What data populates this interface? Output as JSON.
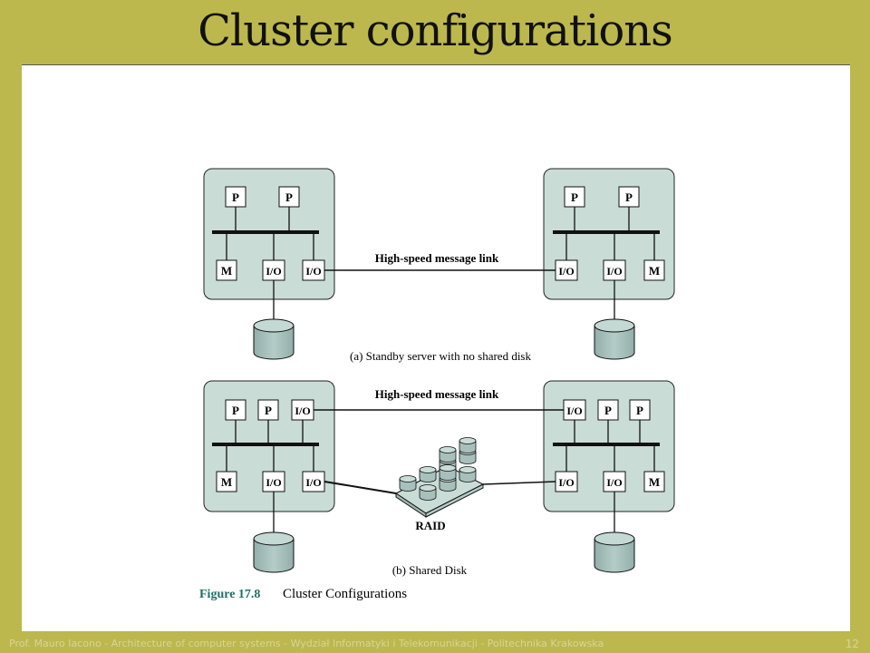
{
  "slide": {
    "title": "Cluster configurations",
    "footer": "Prof. Mauro Iacono - Architecture of computer systems - Wydział Informatyki i Telekomunikacji - Politechnika Krakowska",
    "page_number": "12"
  },
  "figure": {
    "number": "Figure 17.8",
    "caption": "Cluster Configurations",
    "part_a": {
      "caption": "(a) Standby server with no shared disk",
      "link_label": "High-speed message link"
    },
    "part_b": {
      "caption": "(b) Shared Disk",
      "link_label": "High-speed message link",
      "raid_label": "RAID"
    },
    "labels": {
      "processor": "P",
      "memory": "M",
      "io": "I/O"
    }
  },
  "colors": {
    "slide_background": "#bcb84e",
    "node_fill": "#c9dcd6",
    "disk_fill": "#a7c0bc",
    "figure_number": "#1f6e66"
  }
}
